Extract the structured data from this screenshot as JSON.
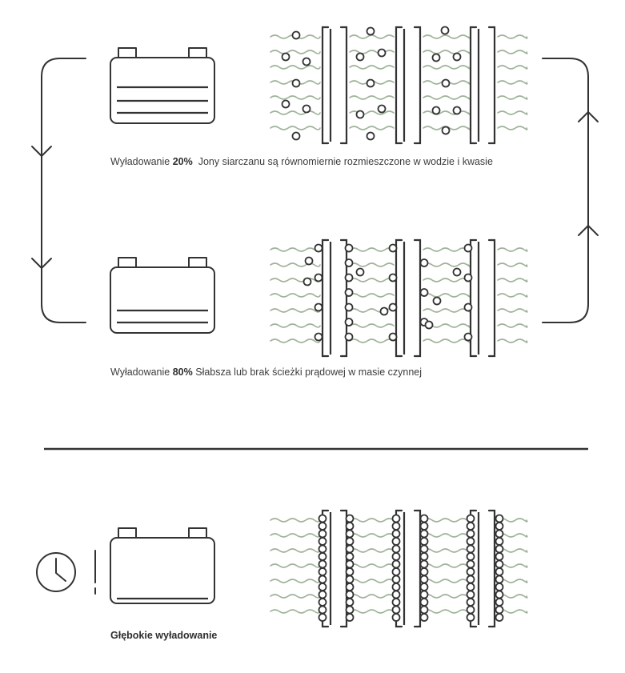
{
  "colors": {
    "line": "#333333",
    "wave": "#9fb39a",
    "text": "#3d3d3d"
  },
  "icons": {
    "clock": "clock-icon",
    "battery": "battery-icon",
    "arrow_down": "chevron-down-icon",
    "arrow_up": "chevron-up-icon"
  },
  "stages": [
    {
      "label_prefix": "Wyładowanie",
      "percent": "20%",
      "description": "Jony siarczanu są równomiernie rozmieszczone w wodzie i kwasie",
      "charge_fraction": 0.8,
      "ion_distribution": "uniform"
    },
    {
      "label_prefix": "Wyładowanie",
      "percent": "80%",
      "description": "Słabsza lub brak ścieżki prądowej w masie czynnej",
      "charge_fraction": 0.2,
      "ion_distribution": "on-plates"
    },
    {
      "label": "Głębokie wyładowanie",
      "charge_fraction": 0.05,
      "ion_distribution": "dense-on-plates"
    }
  ]
}
